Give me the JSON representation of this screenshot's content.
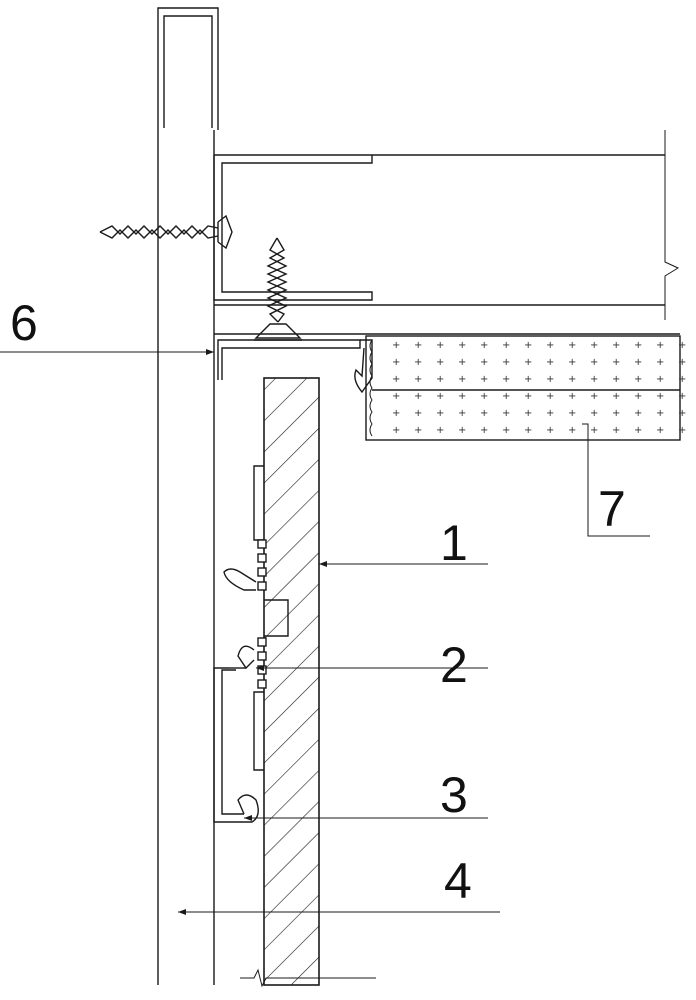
{
  "labels": {
    "l1": "1",
    "l2": "2",
    "l3": "3",
    "l4": "4",
    "l6": "6",
    "l7": "7"
  },
  "colors": {
    "line": "#1a1a1a",
    "background": "#ffffff"
  }
}
